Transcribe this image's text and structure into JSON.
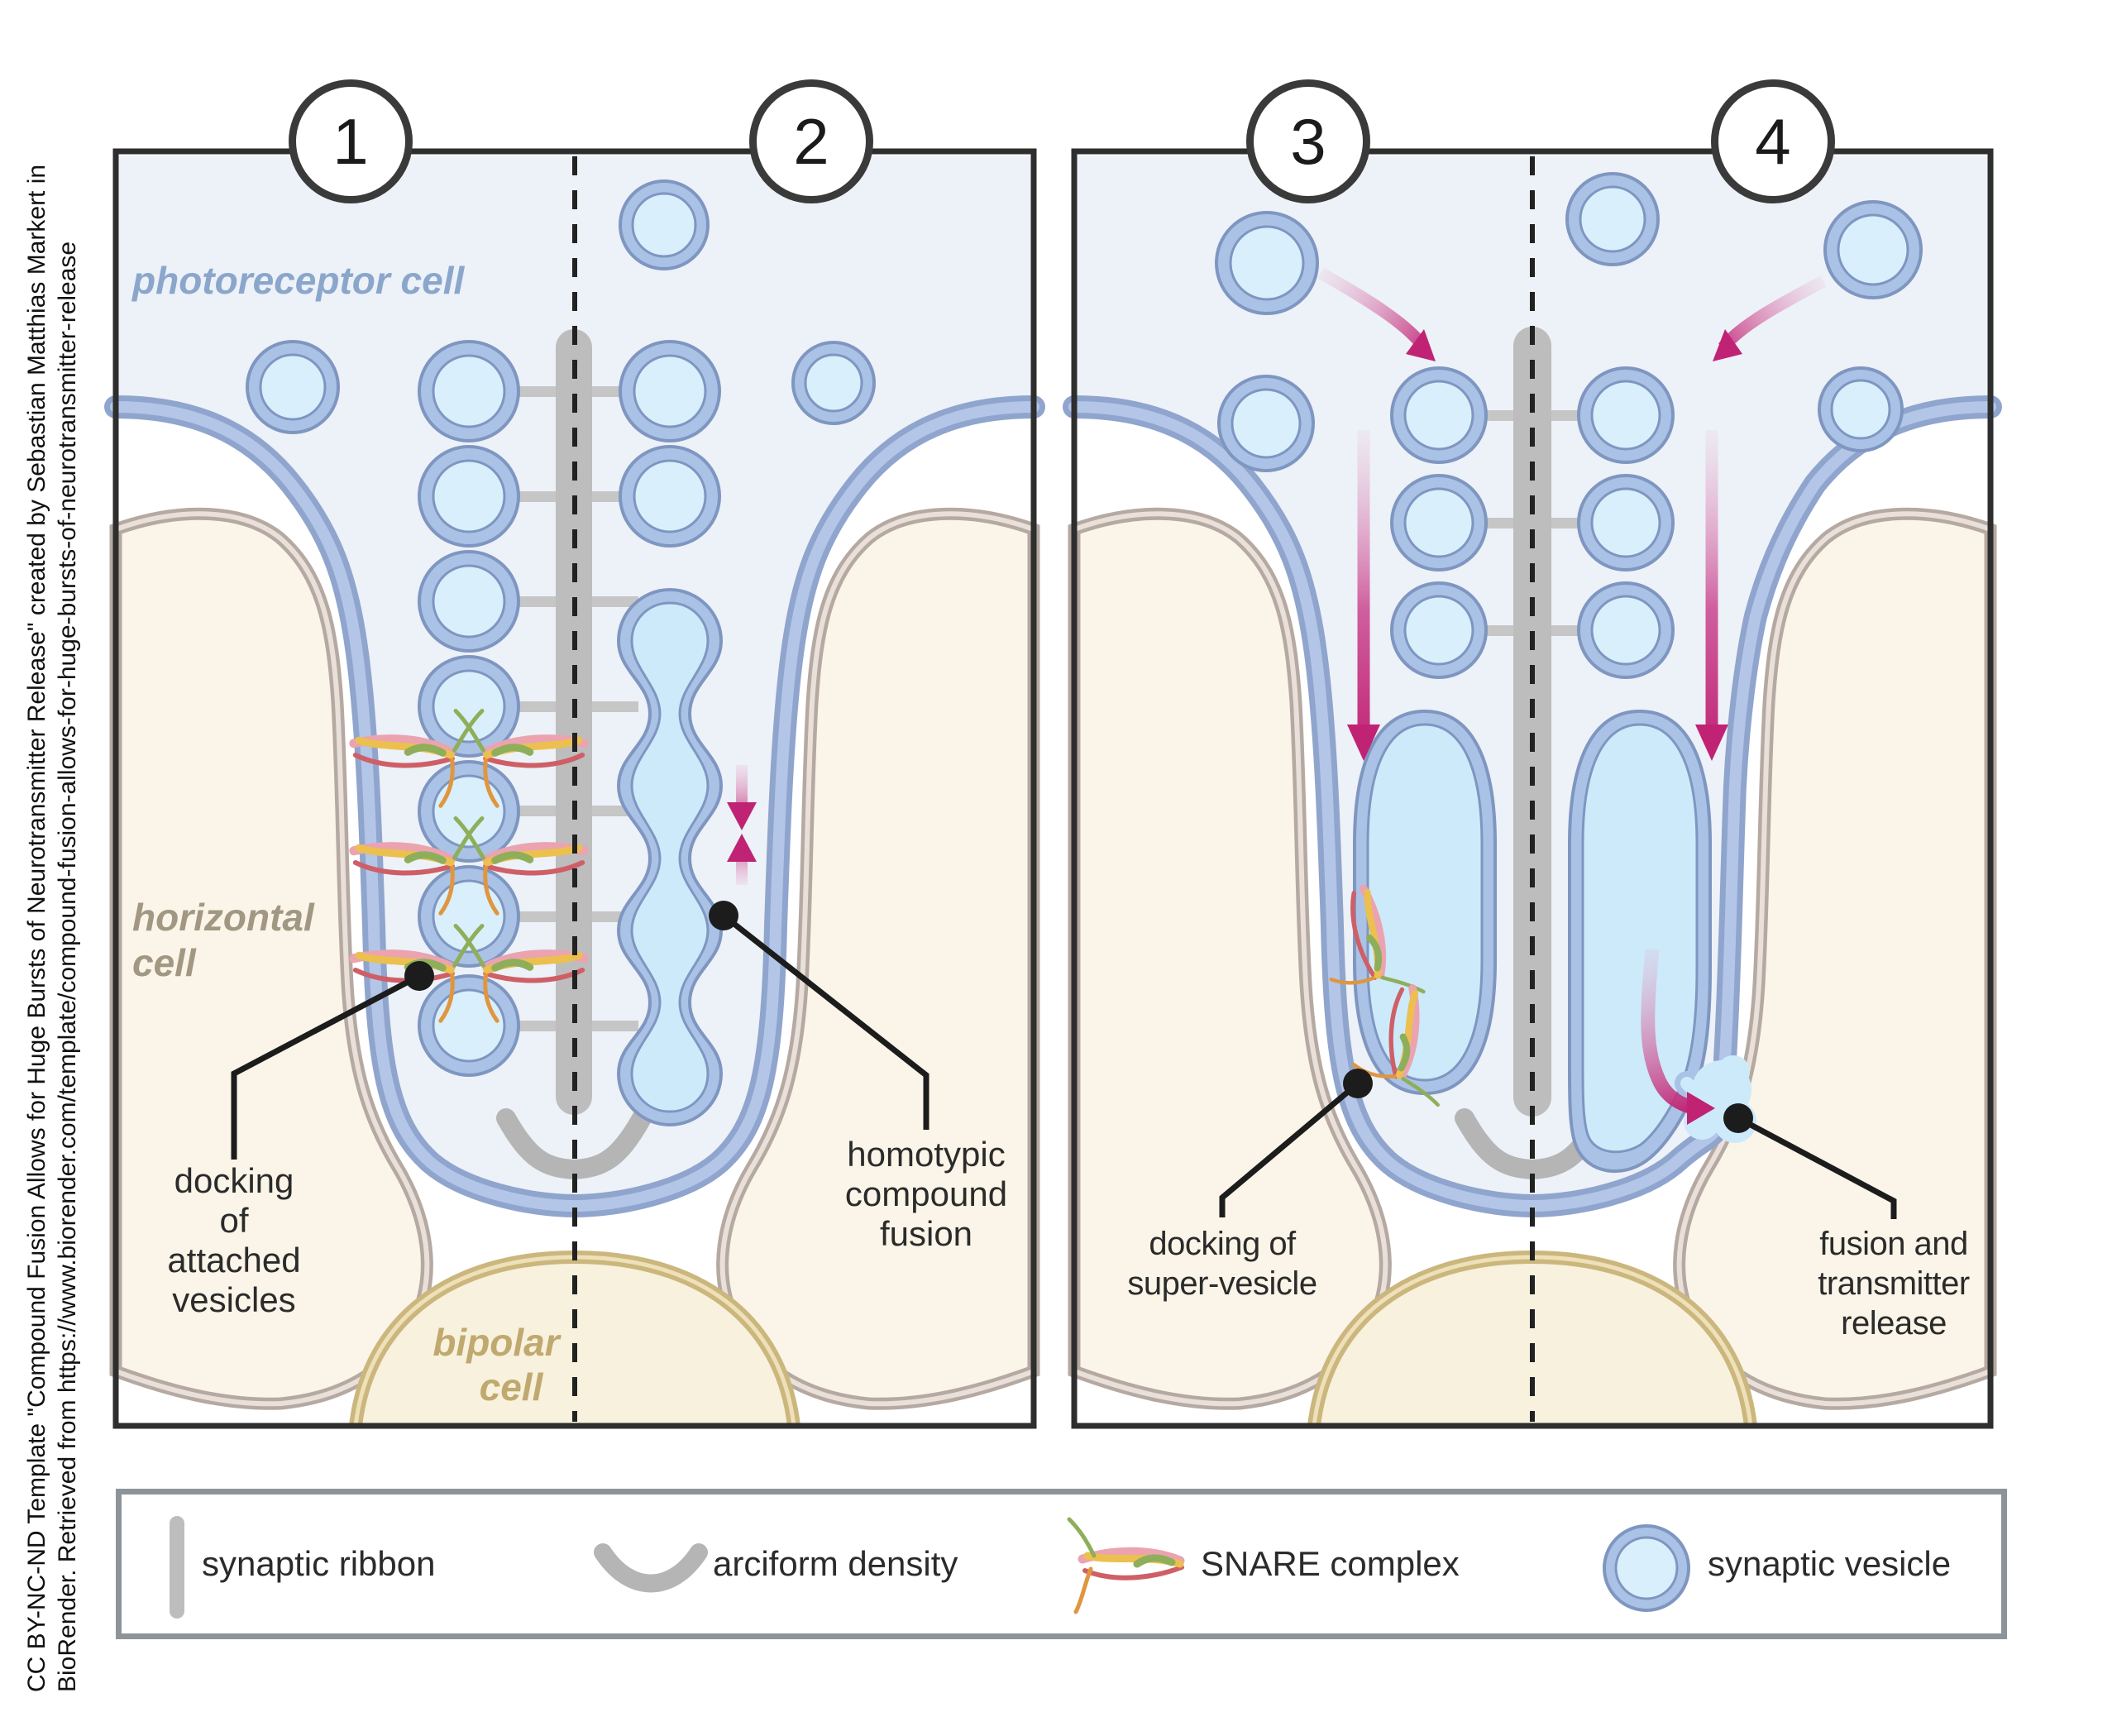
{
  "attribution": {
    "line1": "CC BY-NC-ND Template \"Compound Fusion Allows for Huge Bursts of Neurotransmitter Release\" created by Sebastian Matthias Markert in",
    "line2": "BioRender. Retrieved from https://www.biorender.com/template/compound-fusion-allows-for-huge-bursts-of-neurotransmitter-release"
  },
  "steps": [
    {
      "number": "1"
    },
    {
      "number": "2"
    },
    {
      "number": "3"
    },
    {
      "number": "4"
    }
  ],
  "cell_labels": {
    "photoreceptor": "photoreceptor cell",
    "horizontal": {
      "lines": [
        "horizontal",
        "cell"
      ]
    },
    "bipolar": {
      "lines": [
        "bipolar",
        "cell"
      ]
    }
  },
  "annotations": {
    "docking_attached": {
      "lines": [
        "docking",
        "of",
        "attached",
        "vesicles"
      ]
    },
    "homotypic": {
      "lines": [
        "homotypic",
        "compound",
        "fusion"
      ]
    },
    "docking_super": {
      "lines": [
        "docking of",
        "super-vesicle"
      ]
    },
    "fusion_release": {
      "lines": [
        "fusion and",
        "transmitter",
        "release"
      ]
    }
  },
  "legend": {
    "items": [
      {
        "icon": "synaptic-ribbon-icon",
        "label": "synaptic ribbon"
      },
      {
        "icon": "arciform-density-icon",
        "label": "arciform density"
      },
      {
        "icon": "snare-complex-icon",
        "label": "SNARE complex"
      },
      {
        "icon": "synaptic-vesicle-icon",
        "label": "synaptic vesicle"
      }
    ]
  },
  "colors": {
    "panel_bg": "#edf1f8",
    "panel_border": "#2e2e2e",
    "vesicle_ring": "#aac2e5",
    "vesicle_edge": "#7e96c0",
    "vesicle_inner": "#d9effc",
    "supervesicle_inner": "#cdeafb",
    "membrane_edge": "#8fa5cd",
    "membrane_mid": "#b3c6e8",
    "hc_fill": "#faf5e8",
    "hc_border": "#b5a9a2",
    "hc_border_inner": "#eae0da",
    "bipolar_fill": "#f8f1dd",
    "bipolar_border": "#cbb77d",
    "bipolar_border_inner": "#eee0b8",
    "ribbon_gray": "#bdbdbd",
    "tether_gray": "#c6c6c6",
    "arciform_gray": "#b5b5b5",
    "magenta": "#c02374",
    "magenta_light": "#e6aacb",
    "snare_green": "#8fae5a",
    "snare_yellow": "#ecc04f",
    "snare_orange": "#e0963f",
    "snare_pink": "#eba3af",
    "snare_red": "#cf5f66",
    "photoreceptor_label": "#8ba6cb",
    "horizontal_label": "#a29782",
    "bipolar_label": "#bfa96f",
    "legend_border": "#8d9499"
  }
}
